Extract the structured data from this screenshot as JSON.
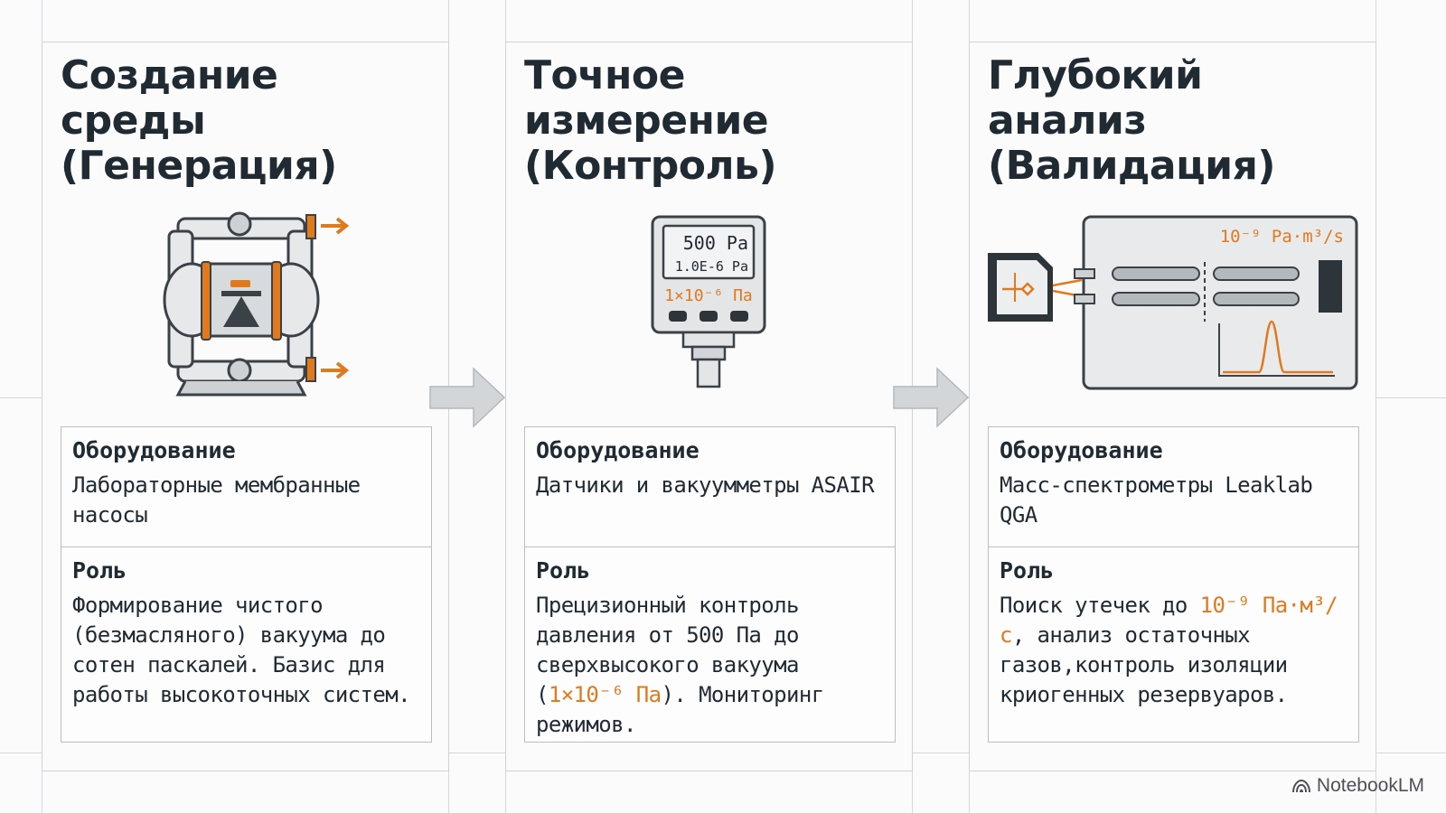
{
  "panels": [
    {
      "title": "Создание\nсреды\n(Генерация)",
      "icon": "diaphragm-pump-icon",
      "equipment_label": "Оборудование",
      "equipment_text": "Лабораторные мембранные насосы",
      "role_label": "Роль",
      "role_text": "Формирование чистого (безмасляного) вакуума до сотен паскалей. Базис для работы высокоточных систем."
    },
    {
      "title": "Точное\nизмерение\n(Контроль)",
      "icon": "vacuum-gauge-icon",
      "gauge_line1": "500 Pa",
      "gauge_line2": "1.0E-6 Pa",
      "gauge_line3": "1×10⁻⁶ Па",
      "equipment_label": "Оборудование",
      "equipment_text": "Датчики и вакуумметры ASAIR",
      "role_label": "Роль",
      "role_text_a": "Прецизионный контроль давления от 500 Па до сверхвысокого вакуума (",
      "role_text_hl": "1×10⁻⁶ Па",
      "role_text_b": "). Мониторинг режимов."
    },
    {
      "title": "Глубокий\nанализ\n(Валидация)",
      "icon": "mass-spectrometer-icon",
      "spectro_label": "10⁻⁹ Pa·m³/s",
      "equipment_label": "Оборудование",
      "equipment_text": "Масс-спектрометры Leaklab QGA",
      "role_label": "Роль",
      "role_text_a": "Поиск утечек до ",
      "role_text_hl": "10⁻⁹ Па·м³/с",
      "role_text_b": ", анализ остаточных газов,контроль изоляции криогенных резервуаров."
    }
  ],
  "brand": "NotebookLM",
  "colors": {
    "accent": "#e07a1f",
    "ink": "#1f2a33",
    "grid": "#d4d8dc",
    "arrow": "#c7cbce"
  }
}
